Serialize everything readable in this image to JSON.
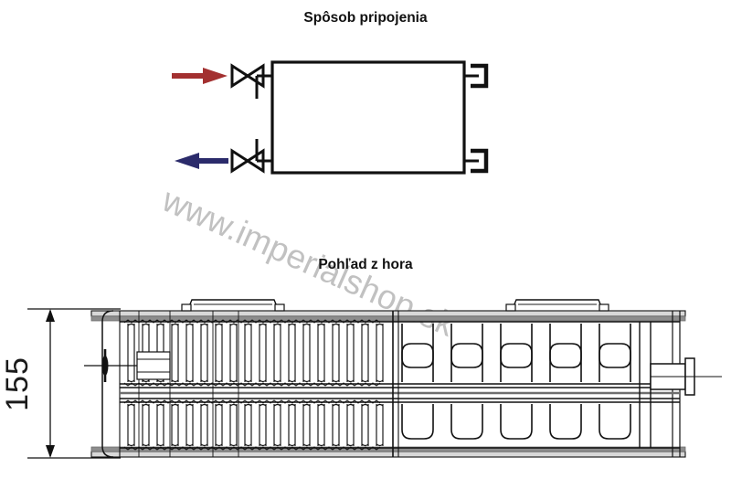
{
  "document": {
    "kind": "technical-drawing",
    "language": "sk",
    "background_color": "#ffffff",
    "line_color": "#111111"
  },
  "sections": {
    "connection": {
      "title": "Spôsob pripojenia",
      "supply": {
        "label_icon": "arrow-right-icon",
        "color": "#a33030",
        "valve_icon": "gate-valve-icon"
      },
      "return": {
        "label_icon": "arrow-left-icon",
        "color": "#2b2b6b",
        "valve_icon": "gate-valve-icon"
      },
      "right_ports": {
        "icon": "plugged-port-icon",
        "count": 2
      },
      "body_icon": "radiator-outline-icon"
    },
    "topview": {
      "title": "Pohľad z hora",
      "dimension": {
        "value": "155",
        "orientation": "vertical",
        "icon": "dimension-arrow-icon"
      },
      "features": {
        "mounting_brackets": 2,
        "outlet_icon": "outlet-nipple-icon",
        "center_mark_icon": "centerline-mark-icon"
      }
    }
  },
  "watermark": {
    "text": "www.imperialshop.sk",
    "color": "#b9b9b9"
  },
  "colors": {
    "supply_red": "#a33030",
    "return_blue": "#2b2b6b",
    "ink": "#111111",
    "steel_gray": "#6e6e6e",
    "light_gray": "#c9c9c9"
  }
}
